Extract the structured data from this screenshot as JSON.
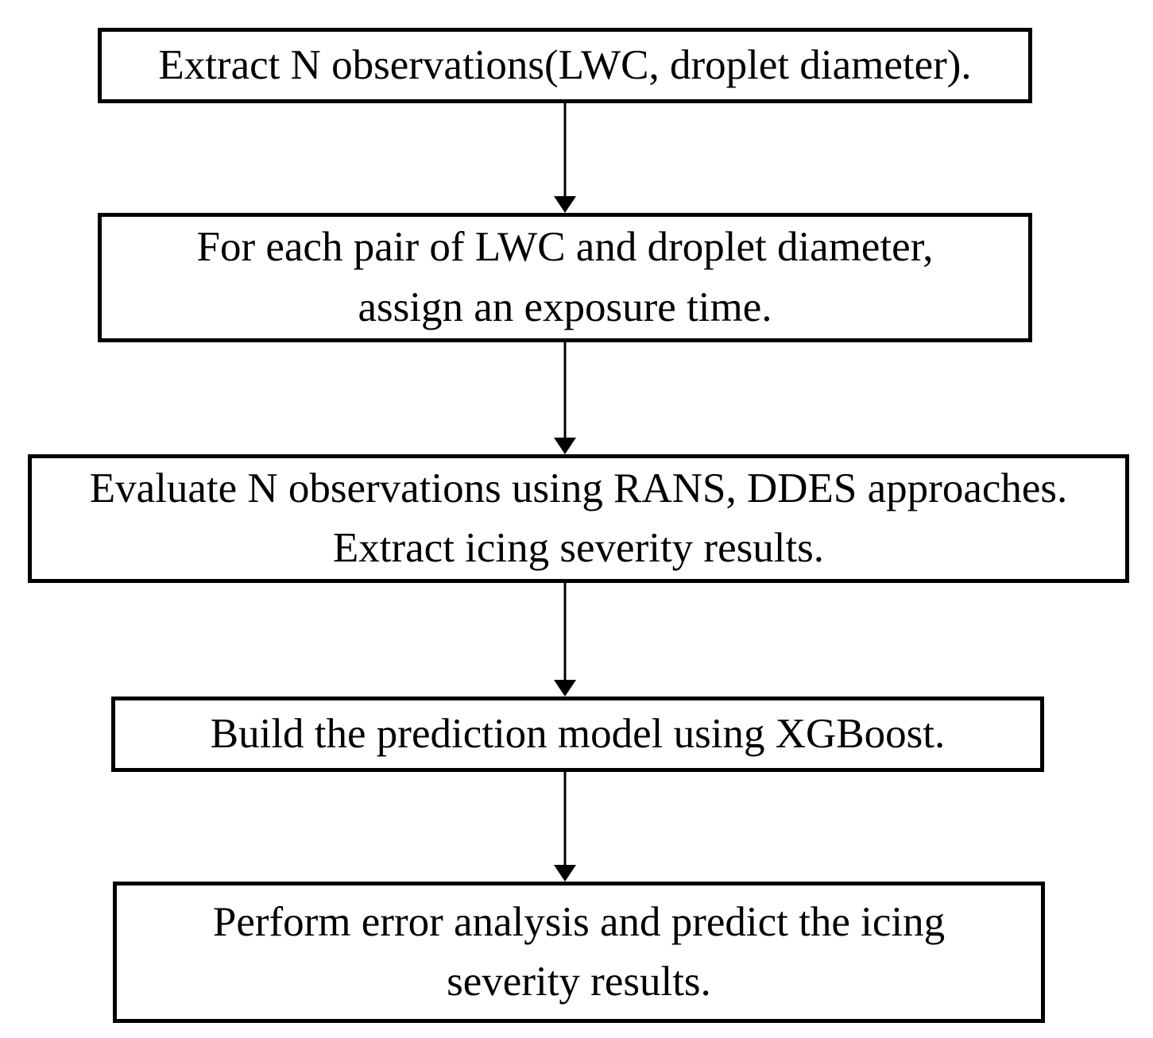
{
  "diagram": {
    "type": "flowchart",
    "background": "#ffffff",
    "line_color": "#000000",
    "steps": [
      {
        "id": 1,
        "text": "Extract N observations(LWC, droplet diameter)."
      },
      {
        "id": 2,
        "text": "For each pair of LWC and droplet diameter,\nassign an exposure time."
      },
      {
        "id": 3,
        "text": "Evaluate N observations using RANS, DDES approaches.\nExtract icing severity results."
      },
      {
        "id": 4,
        "text": "Build the prediction model using XGBoost."
      },
      {
        "id": 5,
        "text": "Perform error analysis and predict the icing\nseverity results."
      }
    ],
    "connections": [
      {
        "from": 1,
        "to": 2
      },
      {
        "from": 2,
        "to": 3
      },
      {
        "from": 3,
        "to": 4
      },
      {
        "from": 4,
        "to": 5
      }
    ]
  }
}
